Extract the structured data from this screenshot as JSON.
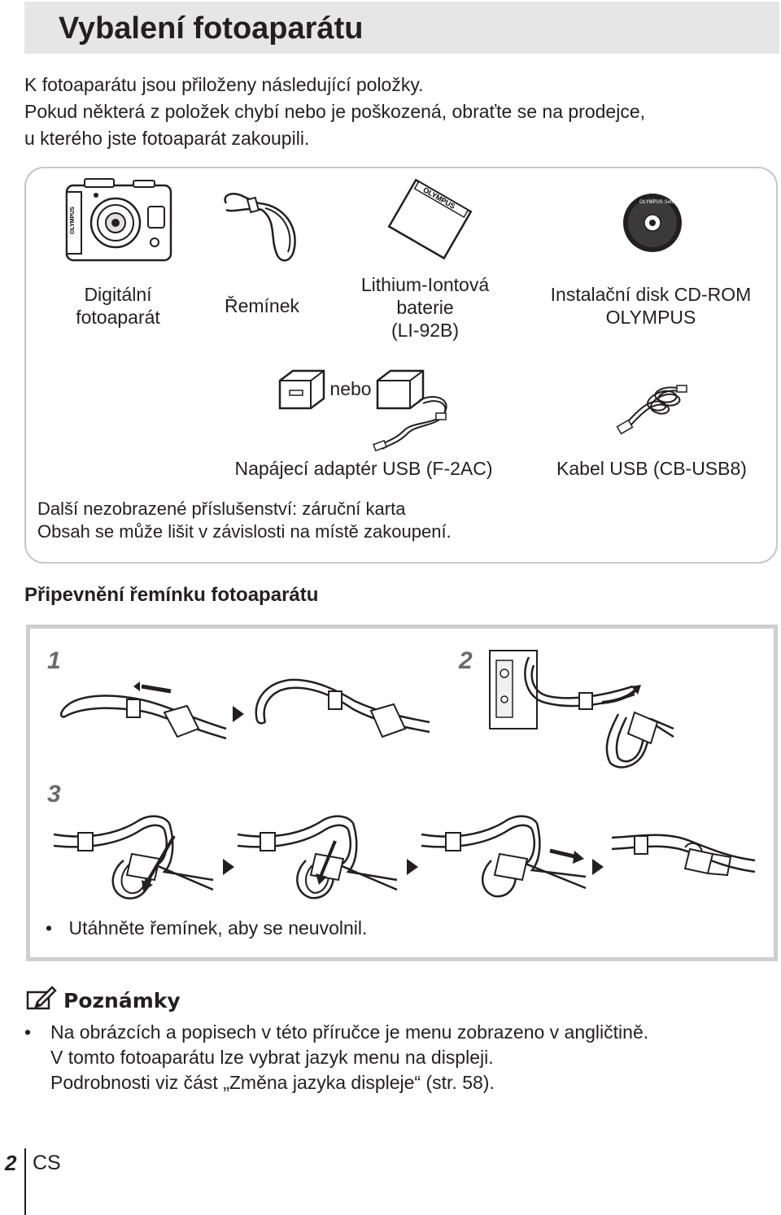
{
  "page": {
    "title": "Vybalení fotoaparátu",
    "intro": [
      "K fotoaparátu jsou přiloženy následující položky.",
      "Pokud některá z položek chybí nebo je poškozená, obraťte se na prodejce,",
      "u kterého jste fotoaparát zakoupili."
    ]
  },
  "contents": {
    "camera": [
      "Digitální",
      "fotoaparát"
    ],
    "strap": "Řemínek",
    "battery": [
      "Lithium-Iontová",
      "baterie",
      "(LI-92B)"
    ],
    "cd": [
      "Instalační disk CD-ROM",
      "OLYMPUS"
    ],
    "or_label": "nebo",
    "adapter": "Napájecí adaptér USB (F-2AC)",
    "cable": "Kabel USB (CB-USB8)",
    "notes": [
      "Další nezobrazené příslušenství: záruční karta",
      "Obsah se může lišit v závislosti na místě zakoupení."
    ],
    "camera_brand": "OLYMPUS",
    "battery_brand": "OLYMPUS",
    "cd_label": "OLYMPUS Setup"
  },
  "strap_section": {
    "heading": "Připevnění řemínku fotoaparátu",
    "steps": [
      "1",
      "2",
      "3"
    ],
    "bullet": "Utáhněte řemínek, aby se neuvolnil."
  },
  "notes_section": {
    "heading": "Poznámky",
    "lines": [
      "Na obrázcích a popisech v této příručce je menu zobrazeno v angličtině.",
      "V tomto fotoaparátu lze vybrat jazyk menu na displeji.",
      "Podrobnosti viz část „Změna jazyka displeje“ (str. 58)."
    ]
  },
  "footer": {
    "page_number": "2",
    "language": "CS"
  }
}
